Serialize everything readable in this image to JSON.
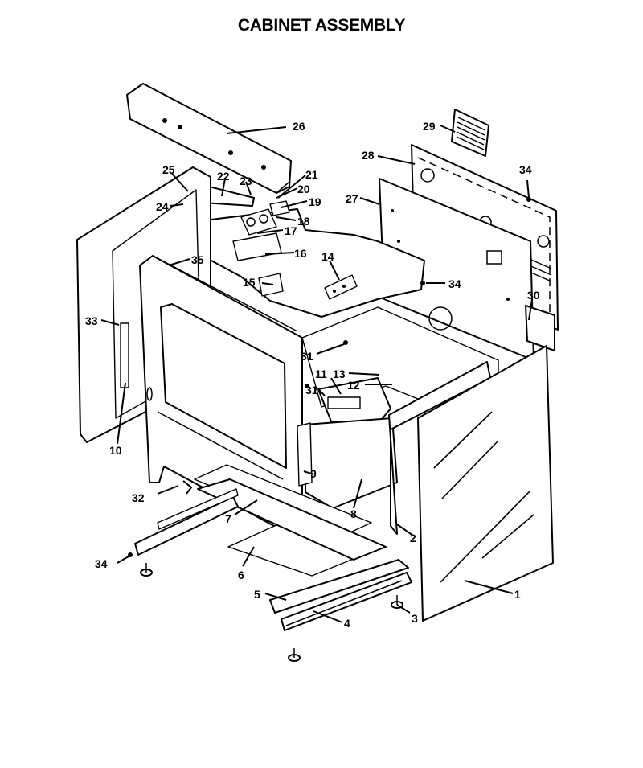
{
  "title": "CABINET ASSEMBLY",
  "callouts": {
    "c1": "1",
    "c2": "2",
    "c3": "3",
    "c4": "4",
    "c5": "5",
    "c6": "6",
    "c7": "7",
    "c8": "8",
    "c9": "9",
    "c10": "10",
    "c11": "11",
    "c12": "12",
    "c13": "13",
    "c14": "14",
    "c15": "15",
    "c16": "16",
    "c17": "17",
    "c18": "18",
    "c19": "19",
    "c20": "20",
    "c21": "21",
    "c22": "22",
    "c23": "23",
    "c24": "24",
    "c25": "25",
    "c26": "26",
    "c27": "27",
    "c28": "28",
    "c29": "29",
    "c30": "30",
    "c31a": "31",
    "c31b": "31",
    "c32": "32",
    "c33": "33",
    "c34a": "34",
    "c34b": "34",
    "c34c": "34",
    "c35": "35"
  }
}
